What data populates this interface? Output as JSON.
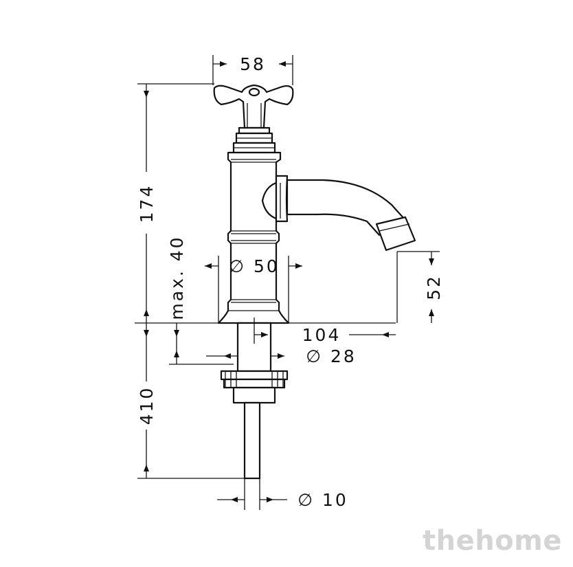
{
  "dimensions": {
    "handle_width": "58",
    "total_height": "174",
    "max_deck": "max. 40",
    "body_diameter": "∅ 50",
    "spout_height": "52",
    "spout_reach": "104",
    "shank_diameter": "∅ 28",
    "shank_length": "410",
    "tail_diameter": "∅ 10"
  },
  "watermark": "thehome"
}
